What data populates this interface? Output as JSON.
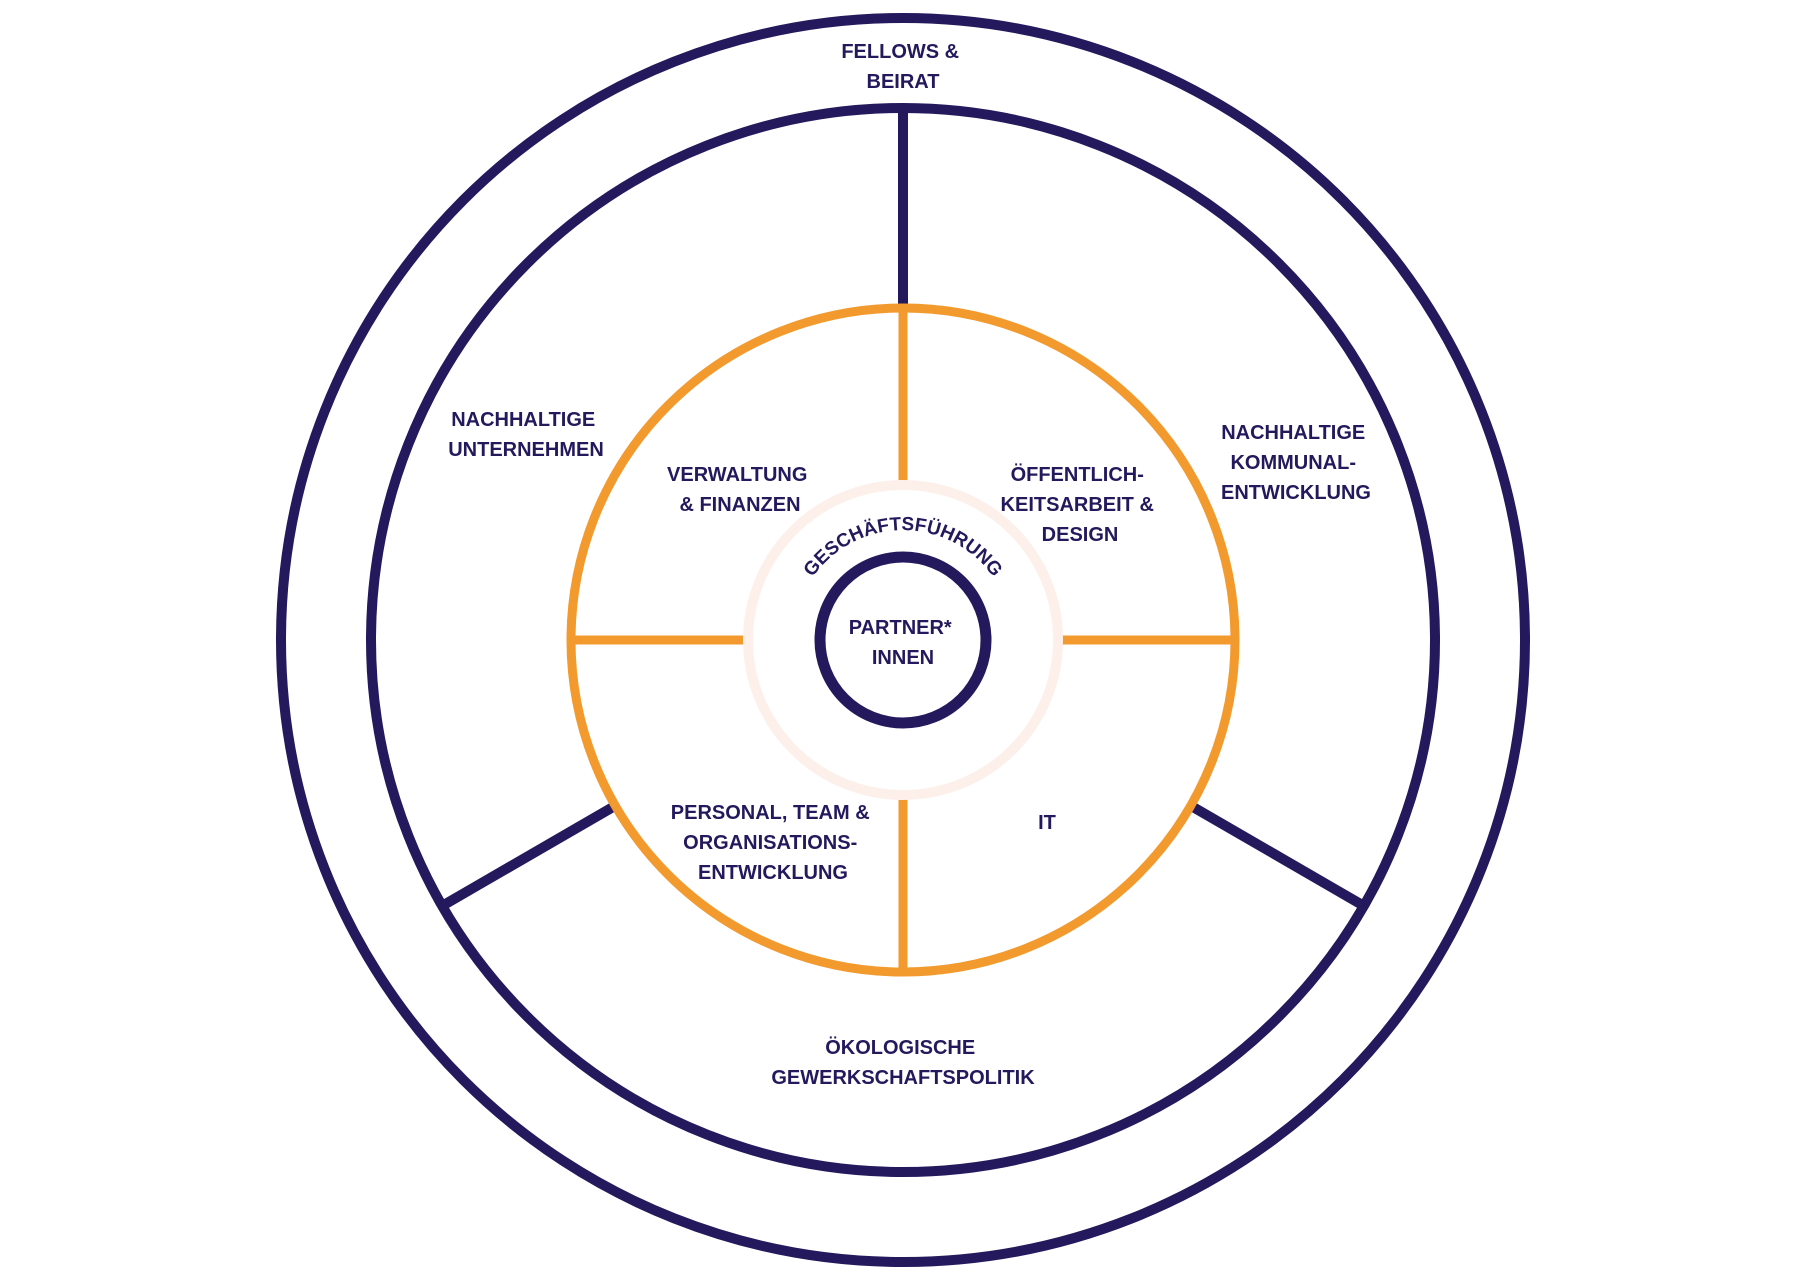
{
  "colors": {
    "navy": "#23195c",
    "orange": "#f29a2e",
    "pale": "#fdf0eb"
  },
  "outer_ring": {
    "top": [
      "FELLOWS &",
      "BEIRAT"
    ]
  },
  "areas": {
    "left": [
      "NACHHALTIGE",
      "UNTERNEHMEN"
    ],
    "right": [
      "NACHHALTIGE",
      "KOMMUNAL-",
      "ENTWICKLUNG"
    ],
    "bottom": [
      "ÖKOLOGISCHE",
      "GEWERKSCHAFTSPOLITIK"
    ]
  },
  "departments": {
    "top_left": [
      "VERWALTUNG",
      "& FINANZEN"
    ],
    "top_right": [
      "ÖFFENTLICH-",
      "KEITSARBEIT &",
      "DESIGN"
    ],
    "bottom_left": [
      "PERSONAL, TEAM &",
      "ORGANISATIONS-",
      "ENTWICKLUNG"
    ],
    "bottom_right": [
      "IT"
    ]
  },
  "management": "GESCHÄFTSFÜHRUNG",
  "core": [
    "PARTNER*",
    "INNEN"
  ]
}
